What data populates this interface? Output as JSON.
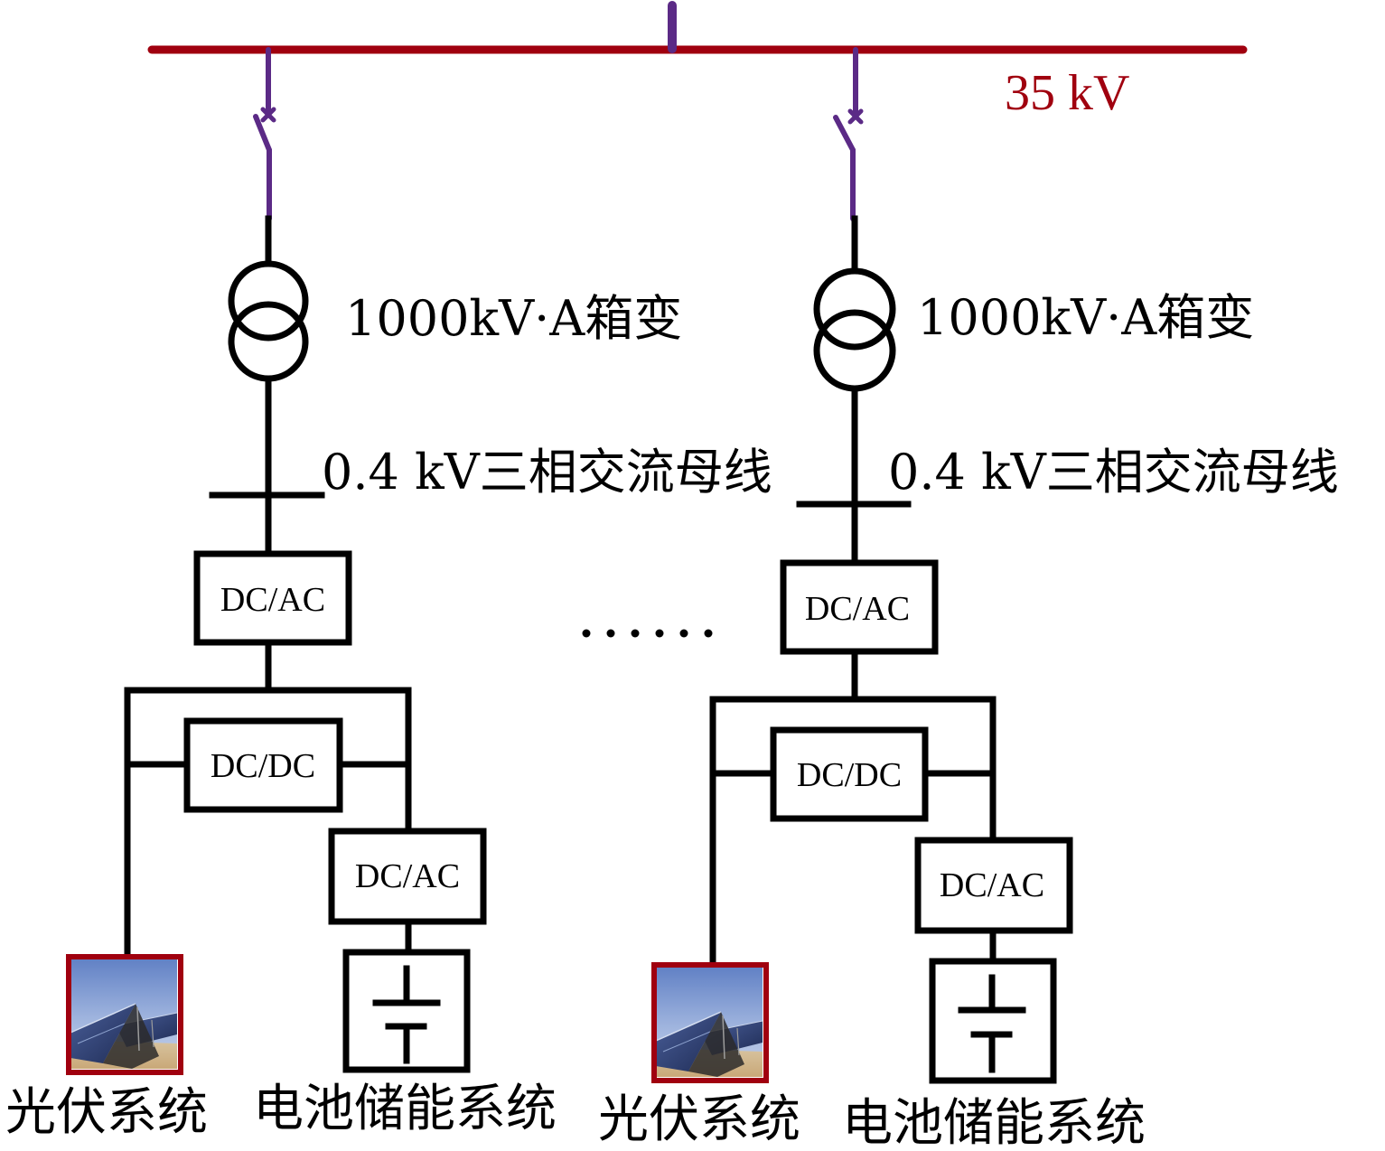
{
  "colors": {
    "mv_bus": "#a0000f",
    "switch": "#5b2a86",
    "line": "#000000",
    "pv_frame": "#a0000f",
    "sky_top": "#6a87c9",
    "sky_bottom": "#b9c9e4",
    "panel": "#2b3d6e",
    "ground": "#d9c29a"
  },
  "mv_bus": {
    "label": "35 kV"
  },
  "ellipsis": "......",
  "feeders": [
    {
      "transformer_label": "1000kV·A箱变",
      "lv_bus_label": "0.4 kV三相交流母线",
      "main_inverter_label": "DC/AC",
      "dcdc_label": "DC/DC",
      "battery_inverter_label": "DC/AC",
      "pv_label": "光伏系统",
      "battery_label": "电池储能系统"
    },
    {
      "transformer_label": "1000kV·A箱变",
      "lv_bus_label": "0.4 kV三相交流母线",
      "main_inverter_label": "DC/AC",
      "dcdc_label": "DC/DC",
      "battery_inverter_label": "DC/AC",
      "pv_label": "光伏系统",
      "battery_label": "电池储能系统"
    }
  ]
}
